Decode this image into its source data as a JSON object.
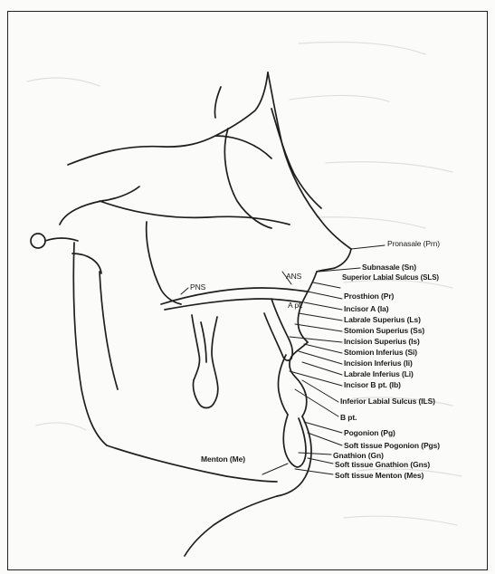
{
  "labels": {
    "pronasale": "Pronasale (Prn)",
    "subnasale": "Subnasale (Sn)",
    "superior_labial_sulcus": "Superior Labial Sulcus (SLS)",
    "prosthion": "Prosthion (Pr)",
    "incisor_a": "Incisor A (Ia)",
    "labrale_superius": "Labrale Superius (Ls)",
    "stomion_superius": "Stomion Superius (Ss)",
    "incision_superius": "Incision Superius (Is)",
    "stomion_inferius": "Stomion Inferius (Si)",
    "incision_inferius": "Incision Inferius (Ii)",
    "labrale_inferius": "Labrale Inferius (Li)",
    "incisor_b": "Incisor B pt. (Ib)",
    "inferior_labial_sulcus": "Inferior Labial Sulcus (ILS)",
    "b_pt": "B pt.",
    "pogonion": "Pogonion (Pg)",
    "soft_tissue_pogonion": "Soft tissue Pogonion (Pgs)",
    "gnathion": "Gnathion (Gn)",
    "soft_tissue_gnathion": "Soft tissue Gnathion (Gns)",
    "soft_tissue_menton": "Soft tissue Menton (Mes)",
    "menton": "Menton (Me)",
    "pns": "PNS",
    "ans": "ANS",
    "a_pt": "A pt."
  },
  "colors": {
    "ink": "#1a1a1a",
    "paper": "#fbfbfa"
  }
}
